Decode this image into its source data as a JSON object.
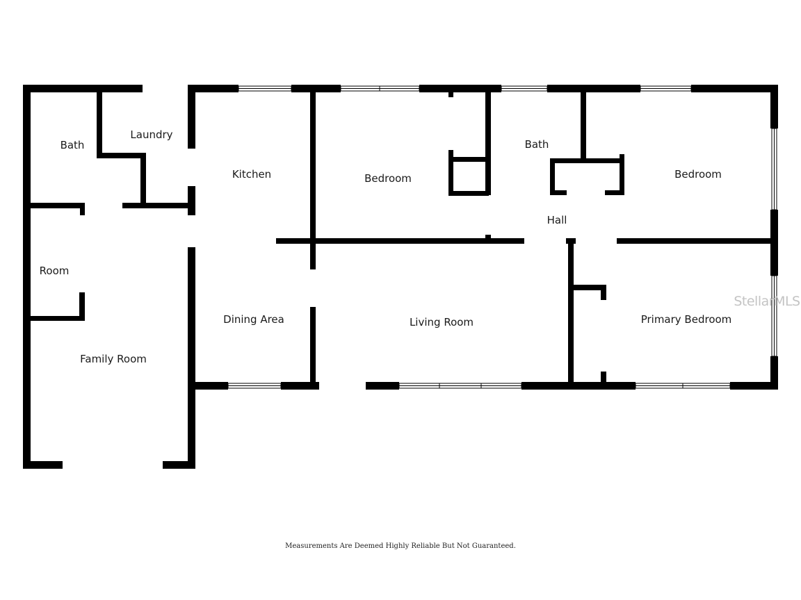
{
  "rooms": {
    "bath_left": "Bath",
    "laundry": "Laundry",
    "kitchen": "Kitchen",
    "bedroom_center": "Bedroom",
    "bath_center": "Bath",
    "bedroom_right": "Bedroom",
    "hall": "Hall",
    "room": "Room",
    "dining_area": "Dining Area",
    "living_room": "Living Room",
    "primary_bedroom": "Primary Bedroom",
    "family_room": "Family Room"
  },
  "watermark": "StellarMLS",
  "disclaimer": "Measurements Are Deemed Highly Reliable But Not Guaranteed.",
  "colors": {
    "wall": "#000000",
    "background": "#ffffff",
    "watermark": "#c4c4c4"
  }
}
